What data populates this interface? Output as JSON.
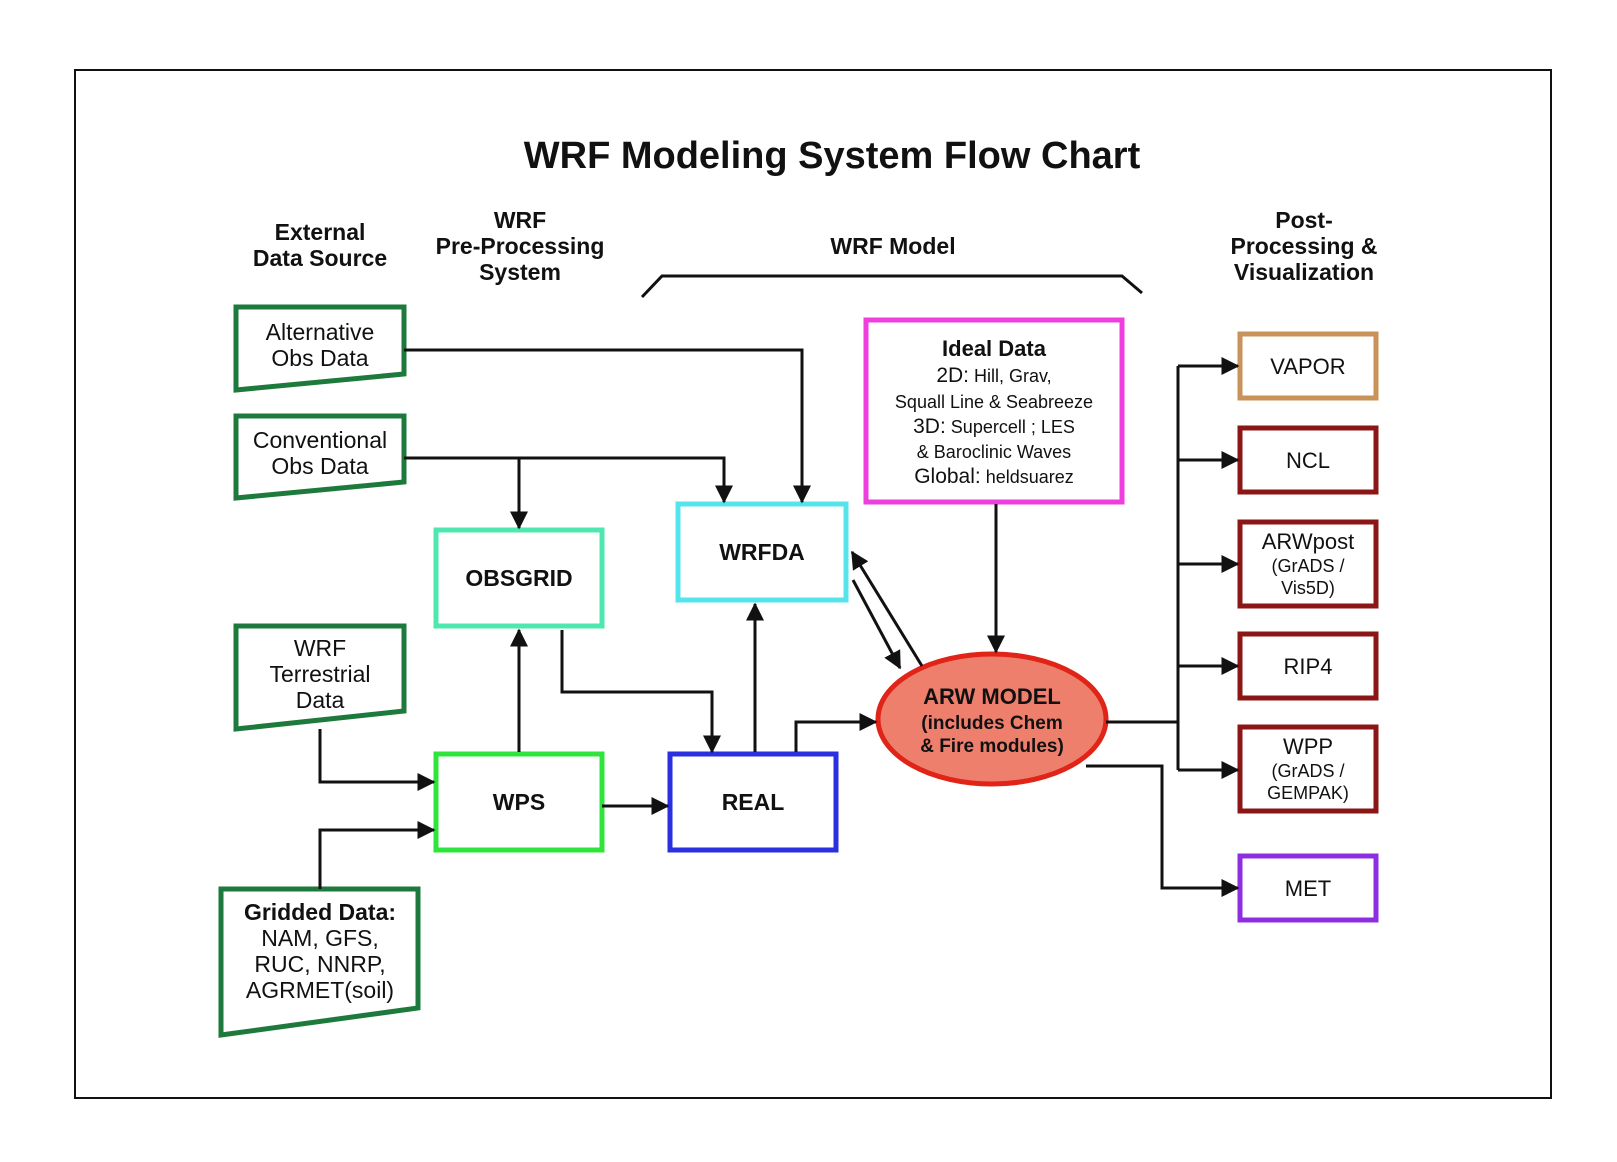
{
  "title": "WRF Modeling System Flow Chart",
  "columns": {
    "external": [
      "External",
      "Data Source"
    ],
    "preprocessing": [
      "WRF",
      "Pre-Processing",
      "System"
    ],
    "model": "WRF Model",
    "post": [
      "Post-",
      "Processing &",
      "Visualization"
    ]
  },
  "sources": {
    "alternative": [
      "Alternative",
      "Obs Data"
    ],
    "conventional": [
      "Conventional",
      "Obs Data"
    ],
    "terrestrial": [
      "WRF",
      "Terrestrial",
      "Data"
    ],
    "gridded_title": "Gridded Data:",
    "gridded": [
      "NAM, GFS,",
      "RUC, NNRP,",
      "AGRMET(soil)"
    ]
  },
  "processes": {
    "obsgrid": "OBSGRID",
    "wrfda": "WRFDA",
    "wps": "WPS",
    "real": "REAL"
  },
  "ideal": {
    "title": "Ideal Data",
    "line1_a": "2D:",
    "line1_b": " Hill, Grav,",
    "line2": "Squall Line & Seabreeze",
    "line3_a": "3D:",
    "line3_b": " Supercell ; LES",
    "line4": "& Baroclinic Waves",
    "line5_a": "Global:",
    "line5_b": " heldsuarez"
  },
  "arw": {
    "title": "ARW MODEL",
    "line1": "(includes Chem",
    "line2": "& Fire modules)"
  },
  "post": {
    "vapor": "VAPOR",
    "ncl": "NCL",
    "arwpost": "ARWpost",
    "arwpost_sub": [
      "(GrADS /",
      "Vis5D)"
    ],
    "rip4": "RIP4",
    "wpp": "WPP",
    "wpp_sub": [
      "(GrADS /",
      "GEMPAK)"
    ],
    "met": "MET"
  },
  "colors": {
    "source_green": "#1e7a3c",
    "obsgrid": "#4ee7b0",
    "wrfda": "#55e4ea",
    "wps": "#2fe43a",
    "real": "#2a2fe0",
    "ideal": "#ee3fdc",
    "arw_fill": "#ef7f6d",
    "arw_stroke": "#e02418",
    "vapor": "#c9925a",
    "darkred": "#8b1616",
    "met": "#8d2ee0"
  }
}
